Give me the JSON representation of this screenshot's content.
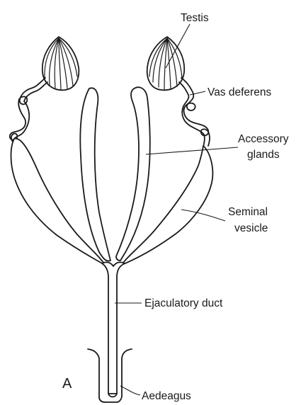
{
  "diagram": {
    "panel_letter": "A",
    "labels": {
      "testis": "Testis",
      "vas_deferens": "Vas deferens",
      "accessory_glands_line1": "Accessory",
      "accessory_glands_line2": "glands",
      "seminal_vesicle_line1": "Seminal",
      "seminal_vesicle_line2": "vesicle",
      "ejaculatory_duct": "Ejaculatory duct",
      "aedeagus": "Aedeagus"
    },
    "colors": {
      "ink": "#1a1a1a",
      "background": "#ffffff"
    }
  }
}
